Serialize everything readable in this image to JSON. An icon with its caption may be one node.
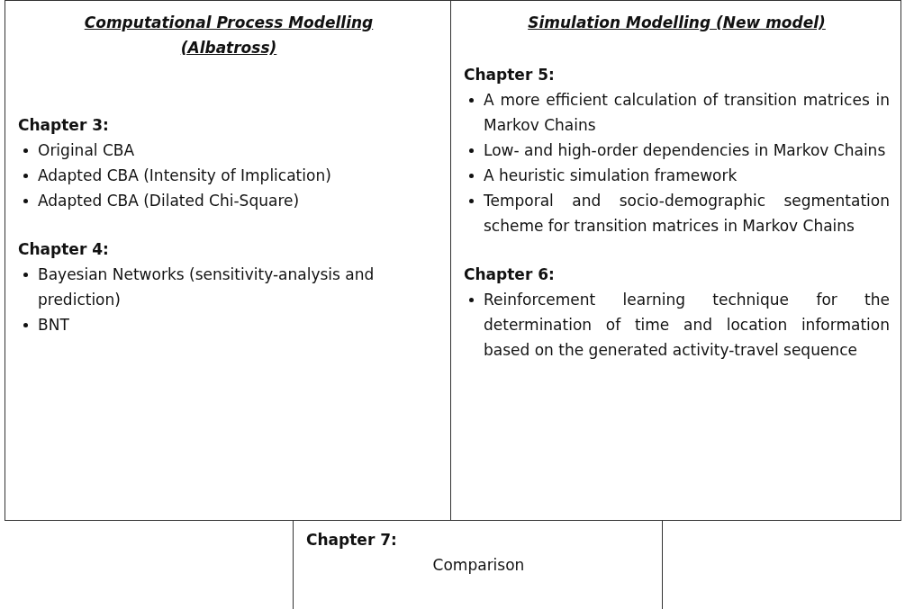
{
  "diagram": {
    "nodes": [
      {
        "text": [
          "Computational Process Modelling (Albatross)",
          "Chapter 3:",
          "Original CBA",
          "Adapted CBA (Intensity of Implication)",
          "Adapted CBA (Dilated Chi-Square)",
          "Chapter 4:",
          "Bayesian Networks (sensitivity-analysis and prediction)",
          "BNT"
        ]
      },
      {
        "text": [
          "Simulation Modelling (New model)",
          "Chapter 5:",
          "A more efficient calculation of transition matrices in Markov Chains",
          "Low- and high-order dependencies in Markov Chains",
          "A heuristic simulation framework",
          "Temporal and socio-demographic segmentation scheme for transition matrices in Markov Chains",
          "Chapter 6:",
          "Reinforcement learning technique for the determination of time and location information based on the generated activity-travel sequence"
        ]
      },
      {
        "text": [
          "Chapter 7:",
          "Comparison"
        ]
      }
    ]
  }
}
